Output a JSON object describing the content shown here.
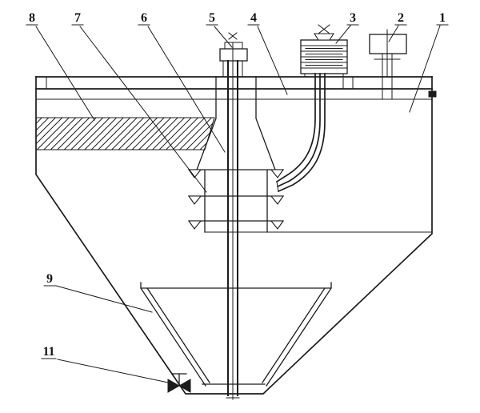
{
  "figure": {
    "background": "#ffffff",
    "line_color": "#1c1c1c",
    "callouts": [
      {
        "id": "callout-8",
        "label": "8"
      },
      {
        "id": "callout-7",
        "label": "7"
      },
      {
        "id": "callout-6",
        "label": "6"
      },
      {
        "id": "callout-5",
        "label": "5"
      },
      {
        "id": "callout-4",
        "label": "4"
      },
      {
        "id": "callout-3",
        "label": "3"
      },
      {
        "id": "callout-2",
        "label": "2"
      },
      {
        "id": "callout-1",
        "label": "1"
      },
      {
        "id": "callout-9",
        "label": "9"
      },
      {
        "id": "callout-11",
        "label": "11"
      }
    ]
  }
}
